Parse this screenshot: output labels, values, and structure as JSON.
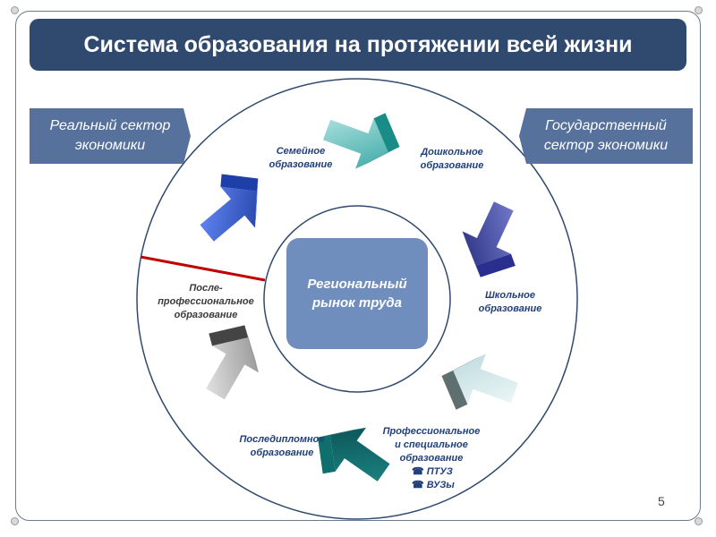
{
  "title": "Система образования на протяжении всей жизни",
  "left_box": {
    "line1": "Реальный сектор",
    "line2": "экономики"
  },
  "right_box": {
    "line1": "Государственный",
    "line2": "сектор экономики"
  },
  "center": {
    "line1": "Региональный",
    "line2": "рынок труда"
  },
  "stages": {
    "family": {
      "line1": "Семейное",
      "line2": "образование"
    },
    "preschool": {
      "line1": "Дошкольное",
      "line2": "образование"
    },
    "school": {
      "line1": "Школьное",
      "line2": "образование"
    },
    "professional": {
      "line1": "Профессиональное",
      "line2": "и специальное",
      "line3": "образование",
      "items": [
        "ПТУЗ",
        "ВУЗы"
      ]
    },
    "postgraduate": {
      "line1": "Последипломное",
      "line2": "образование"
    },
    "postprofessional": {
      "line1": "После-",
      "line2": "профессиональное",
      "line3": "образование"
    }
  },
  "page_number": "5",
  "icons": {
    "bullet": "phone-icon"
  },
  "colors": {
    "title_bg": "#2f4a6e",
    "side_box_bg": "#56719c",
    "center_bg": "#6f8dbd",
    "label_text": "#1f3f7a",
    "circle_stroke": "#2f4a6e",
    "divider_line": "#c00000"
  }
}
